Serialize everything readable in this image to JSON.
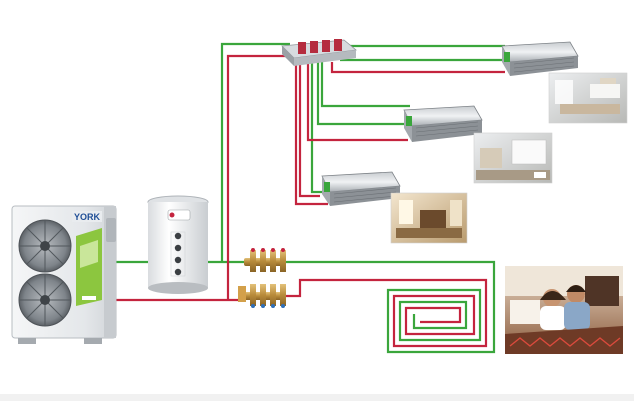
{
  "outdoor_unit": {
    "brand": "YORK"
  },
  "colors": {
    "supply_pipe": "#3aa63c",
    "return_pipe": "#c4243e",
    "background": "#ffffff",
    "unit_body": "#e9ecef",
    "accent_green": "#8cc63f"
  },
  "components": [
    "outdoor-heat-pump-unit",
    "hot-water-storage-tank",
    "top-distribution-manifold",
    "fan-coil-unit-1",
    "fan-coil-unit-2",
    "fan-coil-unit-3",
    "floor-heating-manifold",
    "floor-heating-loop"
  ],
  "icons": [
    "fan-icon",
    "valve-icon",
    "room-photo-icon",
    "family-photo-icon"
  ]
}
